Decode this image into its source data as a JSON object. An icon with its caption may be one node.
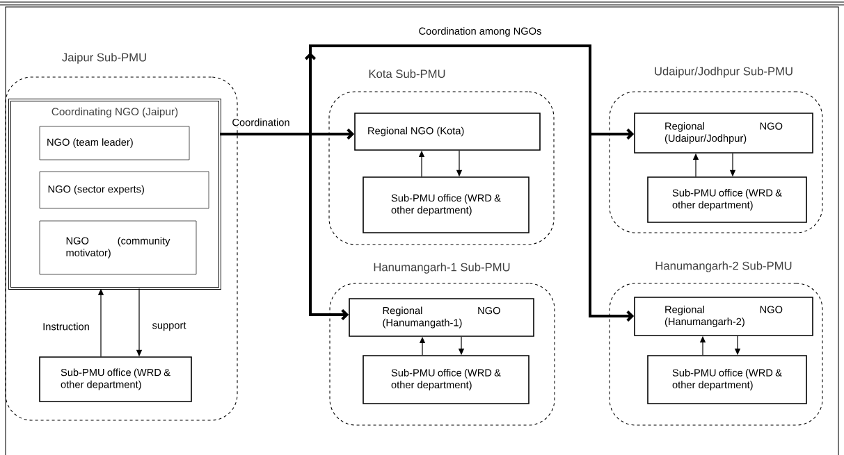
{
  "diagram": {
    "nodes": [
      {
        "text": [
          "Jaipur Sub-PMU"
        ]
      },
      {
        "text": [
          "Coordinating NGO (Jaipur)"
        ],
        "in": 0
      },
      {
        "text": [
          "NGO (team leader)"
        ],
        "in": 1
      },
      {
        "text": [
          "NGO (sector experts)"
        ],
        "in": 1
      },
      {
        "text": [
          "NGO (community motivator)"
        ],
        "in": 1
      },
      {
        "text": [
          "Sub-PMU office (WRD & other department)"
        ],
        "in": 0
      },
      {
        "text": [
          "Kota Sub-PMU"
        ]
      },
      {
        "text": [
          "Regional NGO (Kota)"
        ],
        "in": 6
      },
      {
        "text": [
          "Sub-PMU office (WRD & other department)"
        ],
        "in": 6
      },
      {
        "text": [
          "Udaipur/Jodhpur Sub-PMU"
        ]
      },
      {
        "text": [
          "Regional NGO (Udaipur/Jodhpur)"
        ],
        "in": 9
      },
      {
        "text": [
          "Sub-PMU office (WRD & other department)"
        ],
        "in": 9
      },
      {
        "text": [
          "Hanumangarh-1 Sub-PMU"
        ]
      },
      {
        "text": [
          "Regional NGO (Hanumangath-1)"
        ],
        "in": 12
      },
      {
        "text": [
          "Sub-PMU office (WRD & other department)"
        ],
        "in": 12
      },
      {
        "text": [
          "Hanumangarh-2 Sub-PMU"
        ]
      },
      {
        "text": [
          "Regional NGO (Hanumangarh-2)"
        ],
        "in": 15
      },
      {
        "text": [
          "Sub-PMU office (WRD & other department)"
        ],
        "in": 15
      }
    ],
    "edges": [
      {
        "from": 1,
        "to": 7,
        "arrow": "to",
        "style": "thick",
        "label": "Coordination"
      },
      {
        "from": 1,
        "to": 13,
        "arrow": "to",
        "style": "thick"
      },
      {
        "from": 1,
        "to": 10,
        "arrow": "to",
        "style": "thick",
        "label": "Coordination among NGOs"
      },
      {
        "from": 1,
        "to": 16,
        "arrow": "to",
        "style": "thick"
      },
      {
        "from": 5,
        "to": 1,
        "arrow": "to",
        "label": "Instruction"
      },
      {
        "from": 1,
        "to": 5,
        "arrow": "to",
        "label": "support"
      },
      {
        "from": 8,
        "to": 7,
        "arrow": "to"
      },
      {
        "from": 7,
        "to": 8,
        "arrow": "to"
      },
      {
        "from": 11,
        "to": 10,
        "arrow": "to"
      },
      {
        "from": 10,
        "to": 11,
        "arrow": "to"
      },
      {
        "from": 14,
        "to": 13,
        "arrow": "to"
      },
      {
        "from": 13,
        "to": 14,
        "arrow": "to"
      },
      {
        "from": 17,
        "to": 16,
        "arrow": "to"
      },
      {
        "from": 16,
        "to": 17,
        "arrow": "to"
      }
    ]
  }
}
